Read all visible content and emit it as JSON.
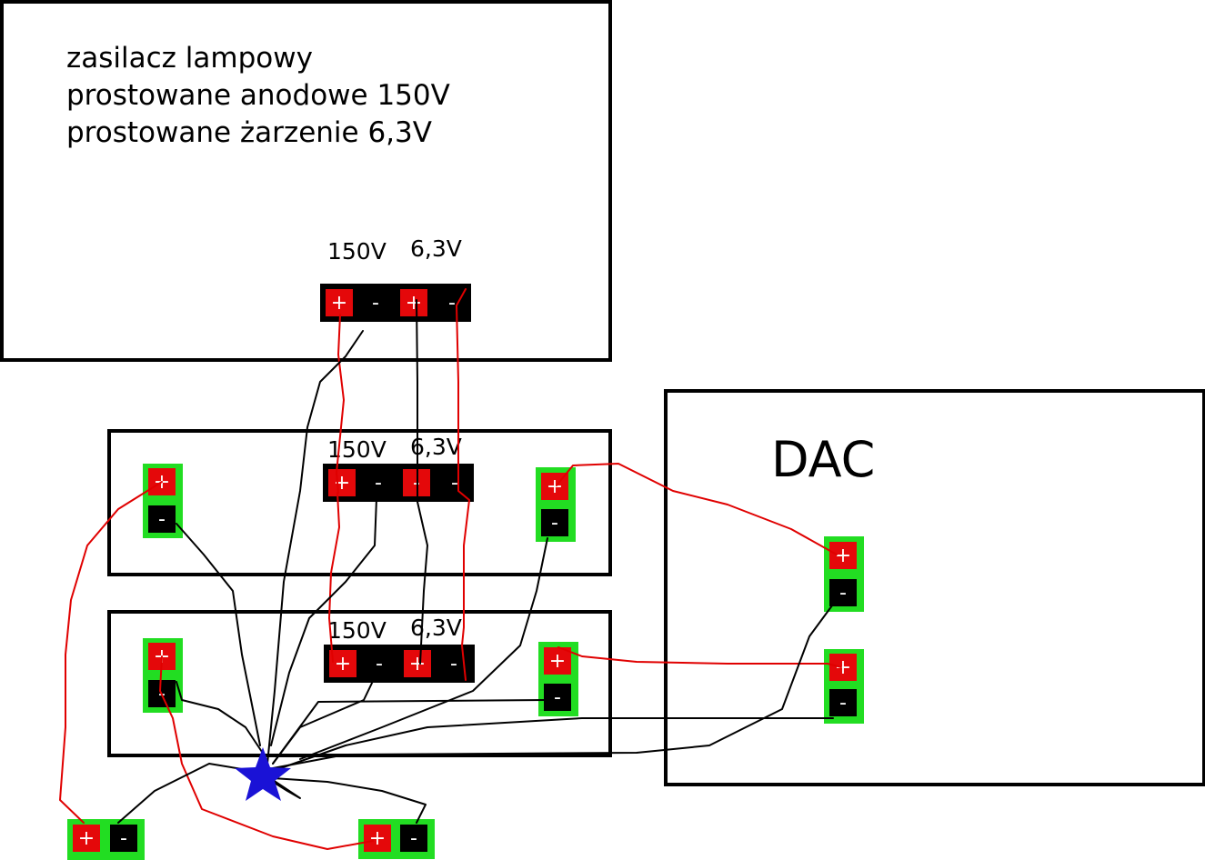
{
  "colors": {
    "red": "#e4080a",
    "black": "#000000",
    "green": "#22dd22",
    "star": "#1a12d6",
    "wire_red": "#e00000"
  },
  "power_supply": {
    "lines": [
      "zasilacz lampowy",
      "prostowane anodowe 150V",
      "prostowane żarzenie 6,3V"
    ],
    "label_150": "150V",
    "label_63": "6,3V"
  },
  "board1": {
    "label_150": "150V",
    "label_63": "6,3V"
  },
  "board2": {
    "label_150": "150V",
    "label_63": "6,3V"
  },
  "dac": {
    "title": "DAC"
  },
  "symbols": {
    "plus": "+",
    "minus": "-"
  },
  "ground_icon": "star-ground-icon"
}
